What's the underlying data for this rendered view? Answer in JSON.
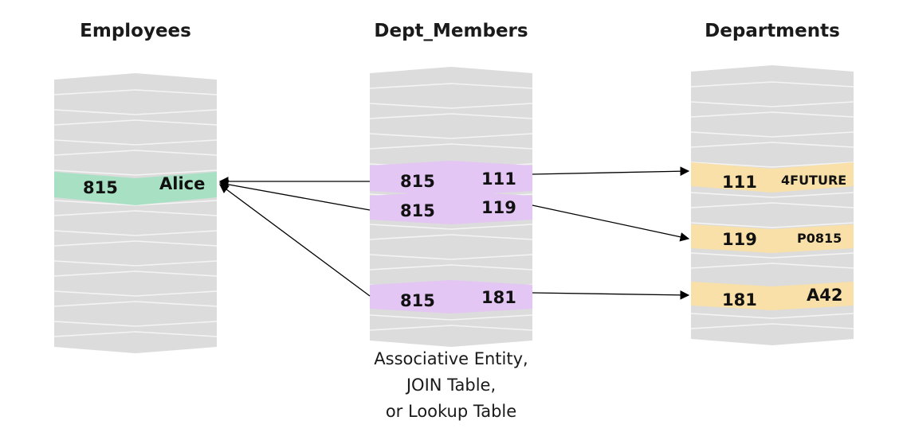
{
  "tables": {
    "employees": {
      "title": "Employees",
      "row": {
        "id": "815",
        "name": "Alice"
      }
    },
    "dept_members": {
      "title": "Dept_Members",
      "rows": [
        {
          "emp_id": "815",
          "dept_id": "111"
        },
        {
          "emp_id": "815",
          "dept_id": "119"
        },
        {
          "emp_id": "815",
          "dept_id": "181"
        }
      ],
      "caption": [
        "Associative Entity,",
        "JOIN Table,",
        "or Lookup Table"
      ]
    },
    "departments": {
      "title": "Departments",
      "rows": [
        {
          "id": "111",
          "name": "4FUTURE"
        },
        {
          "id": "119",
          "name": "P0815"
        },
        {
          "id": "181",
          "name": "A42"
        }
      ]
    }
  },
  "colors": {
    "slab": "#dcdcdc",
    "slab_edge": "#f4f4f4",
    "employee_highlight": "#a8e0c4",
    "member_highlight": "#e3c6f3",
    "department_highlight": "#f8e0a8",
    "arrow": "#000000"
  }
}
